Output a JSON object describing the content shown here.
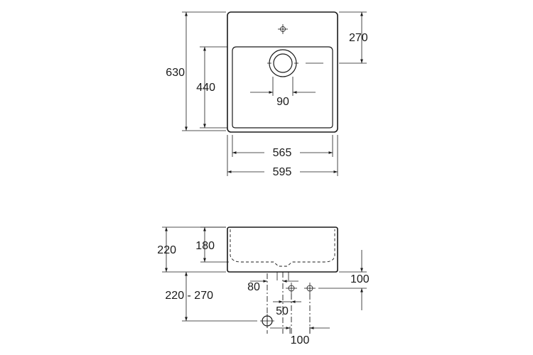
{
  "top_view": {
    "dimensions": {
      "overall_depth": "630",
      "bowl_depth": "440",
      "tap_zone_depth": "270",
      "drain_diameter": "90",
      "bowl_width": "565",
      "overall_width": "595"
    }
  },
  "side_view": {
    "dimensions": {
      "overall_height": "220",
      "bowl_height": "180",
      "mount_height_range": "220 - 270",
      "waste_offset": "80",
      "waste_spacing": "50",
      "connection_height": "100",
      "connection_offset": "100"
    }
  }
}
